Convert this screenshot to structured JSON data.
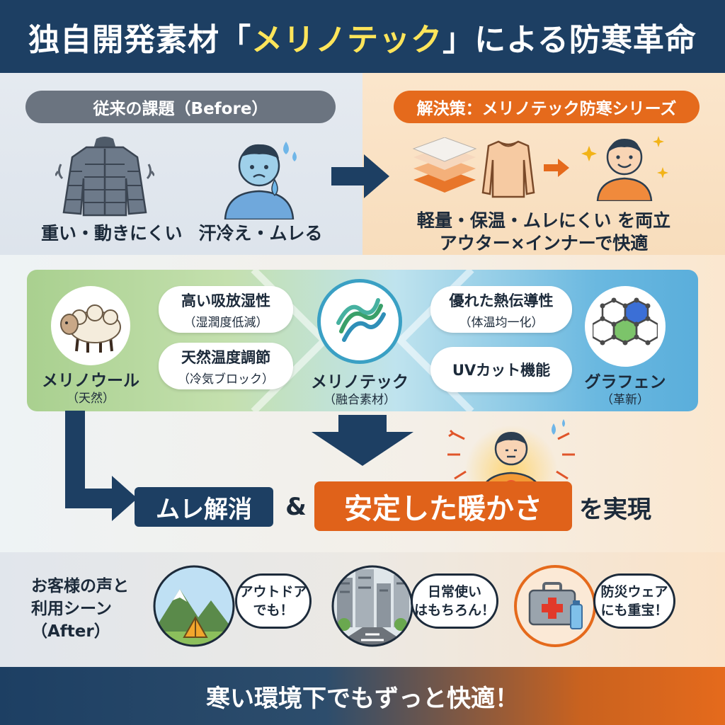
{
  "header": {
    "title_prefix": "独自開発素材「",
    "title_highlight": "メリノテック",
    "title_suffix": "」による防寒革命"
  },
  "before": {
    "pill": "従来の課題（Before）",
    "items": [
      {
        "icon": "puffer-jacket-icon",
        "caption": "重い・動きにくい"
      },
      {
        "icon": "sweating-person-icon",
        "caption": "汗冷え・ムレる"
      }
    ]
  },
  "solution": {
    "pill": "解決策：メリノテック防寒シリーズ",
    "line1": "軽量・保温・ムレにくい を両立",
    "line2": "アウター×インナーで快適"
  },
  "materials": {
    "left": {
      "name": "メリノウール",
      "sub": "（天然）"
    },
    "center": {
      "name": "メリノテック",
      "sub": "（融合素材）"
    },
    "right": {
      "name": "グラフェン",
      "sub": "（革新）"
    },
    "features": [
      {
        "main": "高い吸放湿性",
        "sub": "（湿潤度低減）"
      },
      {
        "main": "天然温度調節",
        "sub": "（冷気ブロック）"
      },
      {
        "main": "優れた熱伝導性",
        "sub": "（体温均一化）"
      },
      {
        "main": "UVカット機能",
        "sub": ""
      }
    ]
  },
  "result": {
    "box1": "ムレ解消",
    "amp": "&",
    "box2": "安定した暖かさ",
    "suffix": "を実現"
  },
  "voices": {
    "title_line1": "お客様の声と",
    "title_line2": "利用シーン",
    "title_line3": "（After）",
    "scenes": [
      {
        "icon": "mountain-tent-icon",
        "line1": "アウトドア",
        "line2": "でも！"
      },
      {
        "icon": "city-street-icon",
        "line1": "日常使い",
        "line2": "はもちろん！"
      },
      {
        "icon": "first-aid-kit-icon",
        "line1": "防災ウェア",
        "line2": "にも重宝！"
      }
    ]
  },
  "footer": {
    "text": "寒い環境下でもずっと快適！"
  },
  "colors": {
    "navy": "#1d3f63",
    "orange": "#e56a1c",
    "highlight": "#ffe55a",
    "gray": "#6b7480"
  }
}
